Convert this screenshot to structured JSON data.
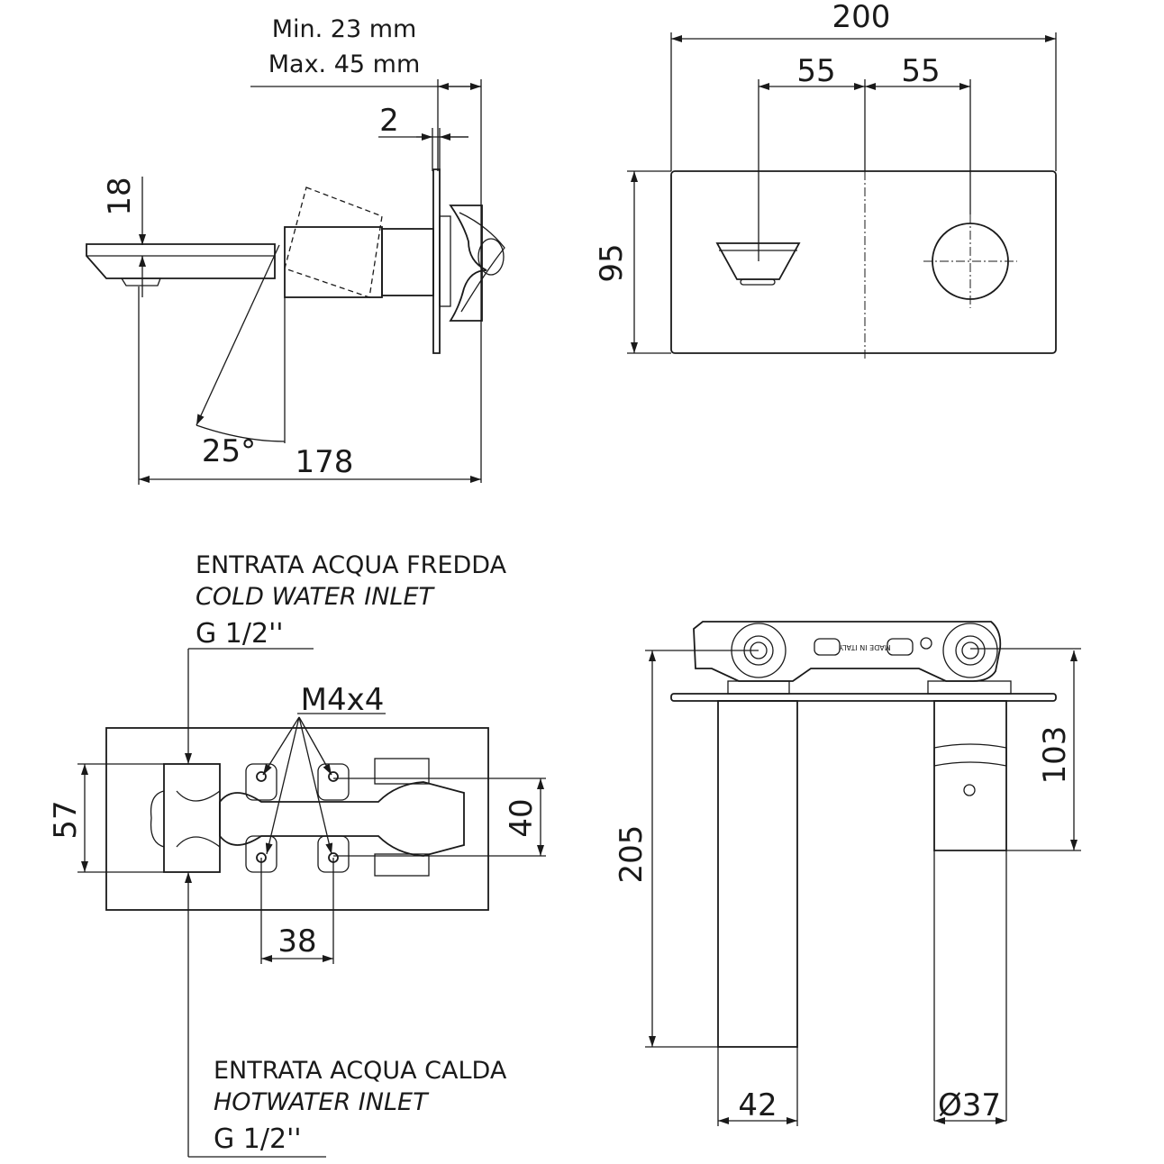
{
  "side_view": {
    "dims": {
      "wall_min": "Min. 23 mm",
      "wall_max": "Max. 45 mm",
      "plate_thickness": "2",
      "spout_height": "18",
      "angle": "25°",
      "projection": "178"
    }
  },
  "front_view": {
    "dims": {
      "plate_width": "200",
      "spout_offset": "55",
      "handle_offset": "55",
      "plate_height": "95"
    }
  },
  "rear_view": {
    "cold_inlet": {
      "label_it": "ENTRATA ACQUA FREDDA",
      "label_en": "COLD WATER INLET",
      "thread": "G 1/2''"
    },
    "hot_inlet": {
      "label_it": "ENTRATA ACQUA CALDA",
      "label_en": "HOTWATER INLET",
      "thread": "G 1/2''"
    },
    "screws": "M4x4",
    "dims": {
      "inlet_spacing": "57",
      "screw_vertical": "40",
      "screw_horizontal": "38"
    }
  },
  "top_view": {
    "stamp": "MADE IN ITALY",
    "dims": {
      "spout_length": "205",
      "handle_length": "103",
      "spout_width": "42",
      "handle_diameter": "Ø37"
    }
  }
}
